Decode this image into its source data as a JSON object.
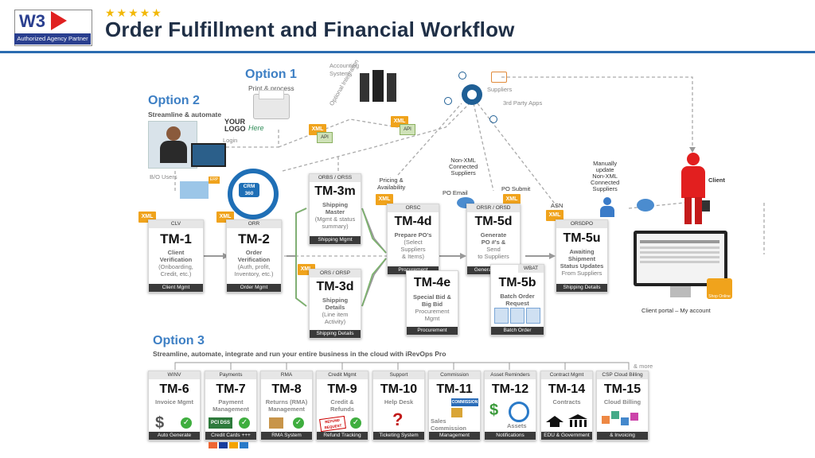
{
  "header": {
    "logo_text": "W3",
    "logo_sub": "Authorized Agency Partner",
    "stars": "★★★★★",
    "title": "Order Fulfillment and Financial Workflow"
  },
  "top": {
    "option1": "Option 1",
    "option1_sub": "Print & process",
    "option2": "Option 2",
    "option2_sub": "Streamline & automate",
    "accounting": "Accounting",
    "accounting2": "System",
    "optional": "Optional",
    "integration": "Integration",
    "xml": "XML",
    "api": "API",
    "suppliers": "Suppliers",
    "third_party": "3rd Party Apps",
    "your": "YOUR",
    "logo": "LOGO",
    "here": "Here",
    "login": "Login",
    "bo_users": "B/O Users",
    "crm": "CRM",
    "crm360": "360",
    "erp": "ERP"
  },
  "labels": {
    "pricing": "Pricing &",
    "availability": "Availability",
    "nonxml1": "Non-XML",
    "nonxml2": "Connected",
    "nonxml3": "Suppliers",
    "po_email": "PO Email",
    "po_submit": "PO Submit",
    "asn": "ASN",
    "manually1": "Manually",
    "manually2": "update",
    "manually3": "Non-XML",
    "manually4": "Connected",
    "manually5": "Suppliers",
    "client": "Client",
    "client_portal": "Client portal – My account",
    "shop_online": "Shop Online"
  },
  "cards": {
    "tm1": {
      "tag": "CLV",
      "tm": "TM-1",
      "d1": "Client",
      "d2": "Verification",
      "d3": "(Onboarding,",
      "d4": "Credit, etc.)",
      "foot": "Client Mgmt"
    },
    "tm2": {
      "tag": "ORR",
      "tm": "TM-2",
      "d1": "Order",
      "d2": "Verification",
      "d3": "(Auth, profit,",
      "d4": "Inventory, etc.)",
      "foot": "Order Mgmt"
    },
    "tm3m": {
      "tag": "ORBS / ORSS",
      "tm": "TM-3m",
      "d1": "Shipping",
      "d2": "Master",
      "d3": "(Mgmt & status",
      "d4": "summary)",
      "foot": "Shipping Mgmt"
    },
    "tm3d": {
      "tag": "ORS / ORSP",
      "tm": "TM-3d",
      "d1": "Shipping",
      "d2": "Details",
      "d3": "(Line item",
      "d4": "Activity)",
      "foot": "Shipping Details"
    },
    "tm4d": {
      "tag": "ORSC",
      "tm": "TM-4d",
      "d1": "Prepare PO's",
      "d2": "(Select",
      "d3": "Suppliers",
      "d4": "& Items)",
      "foot": "Procurement"
    },
    "tm4e": {
      "tag": "",
      "tm": "TM-4e",
      "d1": "Special Bid &",
      "d2": "Big Bid",
      "d3": "Procurement",
      "d4": "Mgmt",
      "foot": "Procurement"
    },
    "tm5d": {
      "tag": "ORSR / ORSD",
      "tm": "TM-5d",
      "d1": "Generate",
      "d2": "PO #'s &",
      "d3": "Send",
      "d4": "to Suppliers",
      "foot": "Generate PO #'s"
    },
    "tm5b": {
      "tag": "WBAT",
      "tm": "TM-5b",
      "d1": "Batch Order",
      "d2": "Request",
      "d3": "",
      "d4": "",
      "foot": "Batch Order"
    },
    "tm5u": {
      "tag": "ORSDPO",
      "tm": "TM-5u",
      "d1": "Awaiting",
      "d2": "Shipment",
      "d3": "Status Updates",
      "d4": "From Suppliers",
      "foot": "Shipping Details"
    }
  },
  "option3": {
    "title": "Option 3",
    "sub": "Streamline, automate, integrate and run your entire business in the cloud with iRevOps Pro",
    "more": "& more",
    "cards": [
      {
        "tag": "WINV",
        "tm": "TM-6",
        "d": "Invoice Mgmt",
        "foot": "Auto Generate"
      },
      {
        "tag": "Payments",
        "tm": "TM-7",
        "d": "Payment Management",
        "foot": "Credit Cards +++"
      },
      {
        "tag": "RMA",
        "tm": "TM-8",
        "d": "Returns (RMA) Management",
        "foot": "RMA System"
      },
      {
        "tag": "Credit Mgmt",
        "tm": "TM-9",
        "d": "Credit & Refunds",
        "foot": "Refund Tracking"
      },
      {
        "tag": "Support",
        "tm": "TM-10",
        "d": "Help Desk",
        "foot": "Ticketing System"
      },
      {
        "tag": "Commission",
        "tm": "TM-11",
        "d": "Sales Commission",
        "foot": "Management"
      },
      {
        "tag": "Asset Reminders",
        "tm": "TM-12",
        "d": "Assets",
        "foot": "Notifications"
      },
      {
        "tag": "Contract Mgmt",
        "tm": "TM-14",
        "d": "Contracts",
        "foot": "EDU & Government"
      },
      {
        "tag": "CSP Cloud Billing",
        "tm": "TM-15",
        "d": "Cloud Billing",
        "foot": "& Invoicing"
      }
    ],
    "pci": "PCI DSS",
    "refund_stamp": "REFUND REQUEST",
    "commission_tag": "COMMISSION"
  }
}
